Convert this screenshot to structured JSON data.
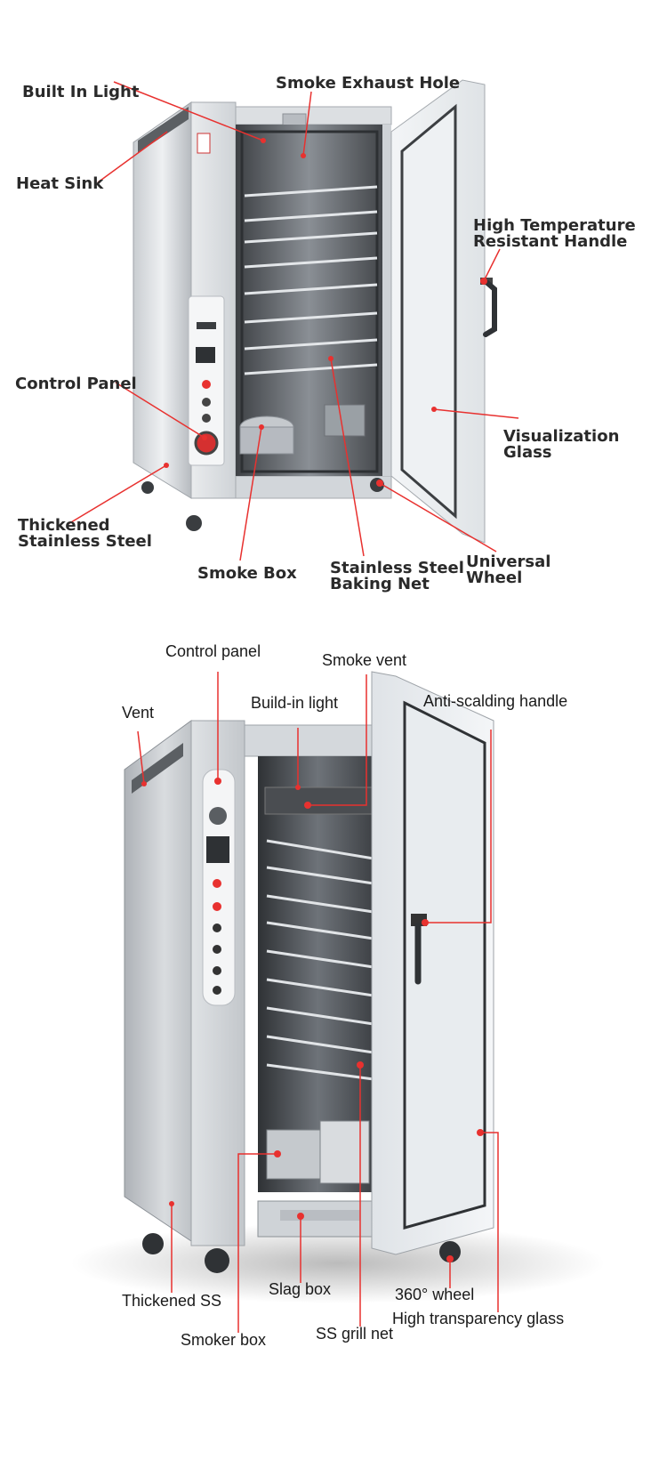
{
  "top": {
    "labels": {
      "built_in_light": "Built In Light",
      "smoke_exhaust_hole": "Smoke Exhaust Hole",
      "heat_sink": "Heat Sink",
      "high_temp_handle_1": "High Temperature",
      "high_temp_handle_2": "Resistant Handle",
      "control_panel": "Control Panel",
      "visualization_glass_1": "Visualization",
      "visualization_glass_2": "Glass",
      "thickened_ss_1": "Thickened",
      "thickened_ss_2": "Stainless Steel",
      "smoke_box": "Smoke Box",
      "baking_net_1": "Stainless Steel",
      "baking_net_2": "Baking Net",
      "universal_wheel_1": "Universal",
      "universal_wheel_2": "Wheel"
    }
  },
  "bottom": {
    "labels": {
      "control_panel": "Control panel",
      "smoke_vent": "Smoke vent",
      "vent": "Vent",
      "build_in_light": "Build-in light",
      "anti_scalding_handle": "Anti-scalding handle",
      "thickened_ss": "Thickened SS",
      "slag_box": "Slag box",
      "wheel_360": "360° wheel",
      "high_transparency_glass": "High transparency glass",
      "smoker_box": "Smoker box",
      "ss_grill_net": "SS grill net"
    }
  },
  "colors": {
    "pointer_red": "#e8312f",
    "steel_light": "#e6e8ea",
    "steel_mid": "#c5c9cd",
    "steel_dark": "#8b9096",
    "cavity": "#4a4d51"
  }
}
